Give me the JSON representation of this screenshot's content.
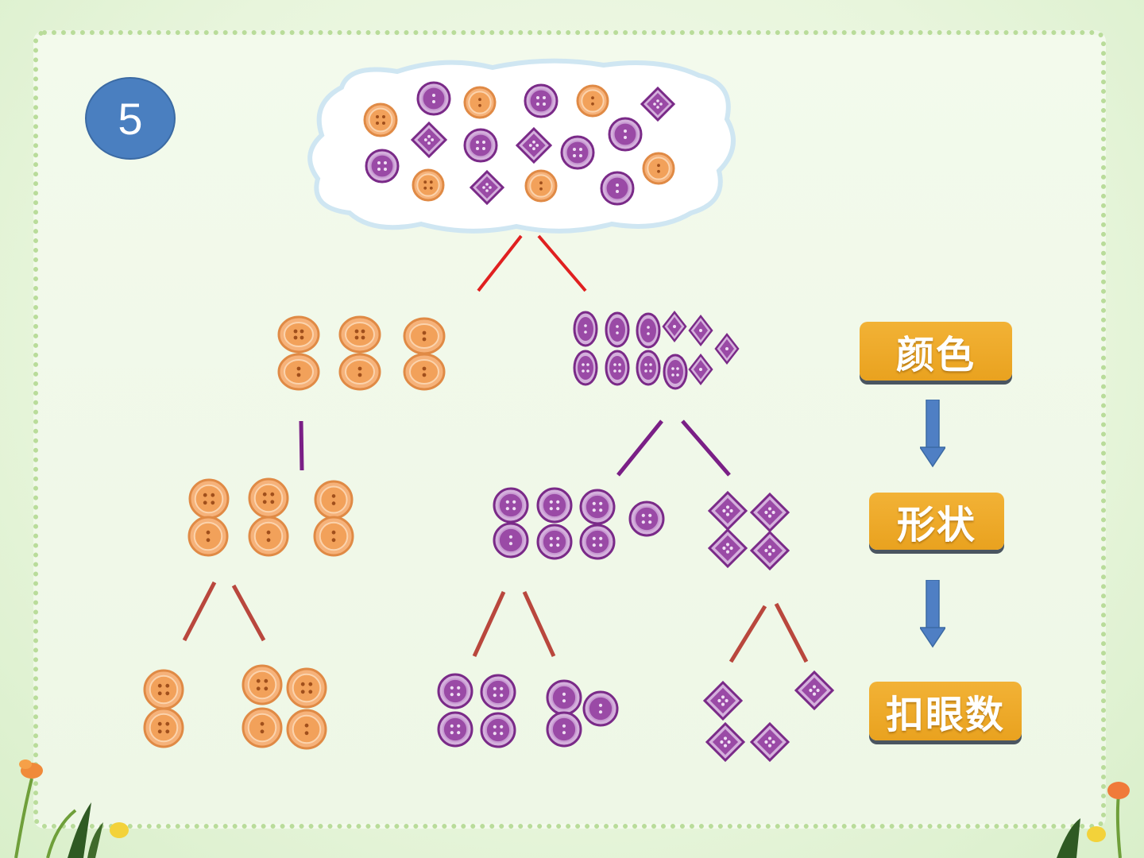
{
  "badge": {
    "number": "5"
  },
  "steps": [
    {
      "label": "颜色"
    },
    {
      "label": "形状"
    },
    {
      "label": "扣眼数"
    }
  ],
  "colors": {
    "orange_button": "#f2a15a",
    "purple_button": "#9a4aa6",
    "step_box": "#eeaa2a",
    "arrow": "#4f7fc4",
    "line_top": "#e02020",
    "line_purple": "#7a1f86",
    "line_brown": "#b9473d",
    "badge": "#4a7fc0"
  },
  "icons": {
    "orange_round_button": "orange-round-button-icon",
    "purple_round_button": "purple-round-button-icon",
    "purple_diamond_button": "purple-diamond-button-icon",
    "down_arrow": "down-arrow-icon"
  }
}
